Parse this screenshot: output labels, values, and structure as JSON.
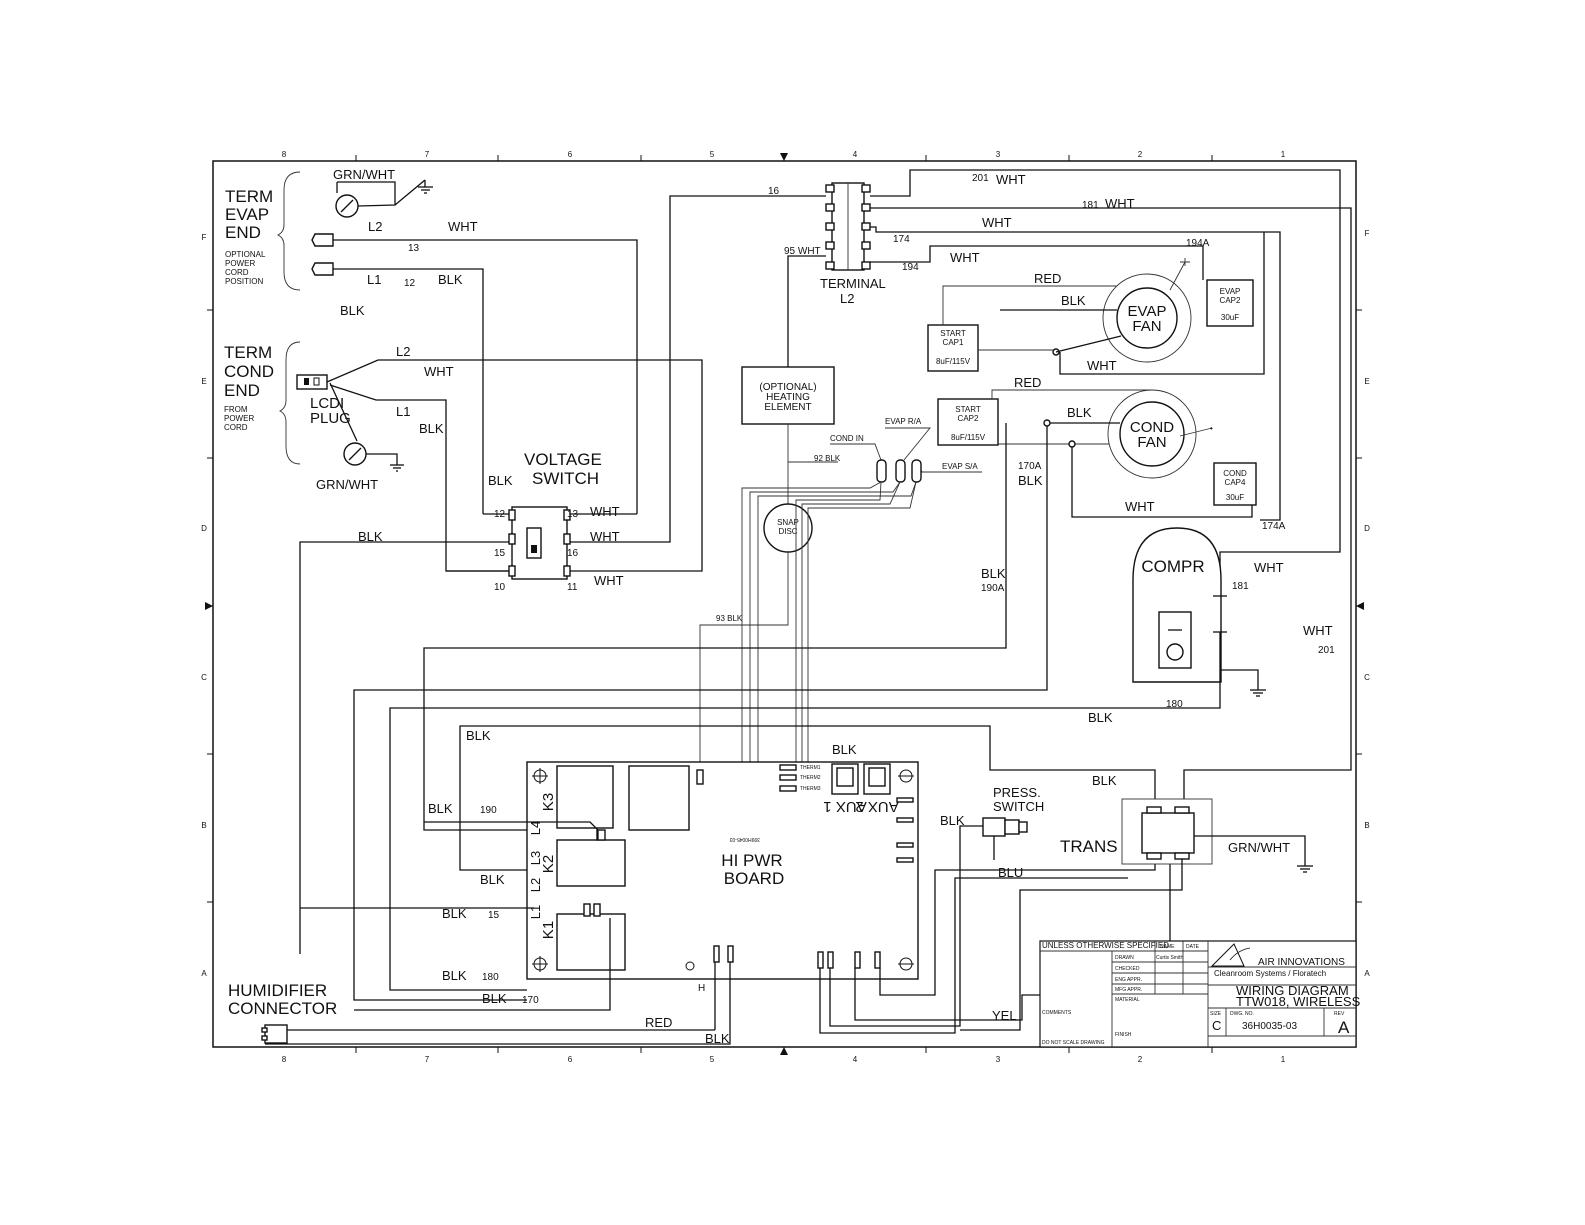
{
  "frame": {
    "zones_top": [
      "8",
      "7",
      "6",
      "5",
      "4",
      "3",
      "2",
      "1"
    ],
    "zones_bottom": [
      "8",
      "7",
      "6",
      "5",
      "4",
      "3",
      "2",
      "1"
    ],
    "zones_left": [
      "F",
      "E",
      "D",
      "C",
      "B",
      "A"
    ],
    "zones_right": [
      "F",
      "E",
      "D",
      "C",
      "B",
      "A"
    ]
  },
  "term_evap_end": {
    "title_lines": [
      "TERM",
      "EVAP",
      "END"
    ],
    "note_lines": [
      "OPTIONAL",
      "POWER",
      "CORD",
      "POSITION"
    ],
    "ground_label": "GRN/WHT",
    "l2_label": "L2",
    "l2_color": "WHT",
    "l2_num": "13",
    "l1_label": "L1",
    "l1_num": "12",
    "l1_color": "BLK",
    "blk_label": "BLK"
  },
  "term_cond_end": {
    "title_lines": [
      "TERM",
      "COND",
      "END"
    ],
    "note_lines": [
      "FROM",
      "POWER",
      "CORD"
    ],
    "plug_lines": [
      "LCDI",
      "PLUG"
    ],
    "l2_label": "L2",
    "l2_color": "WHT",
    "l1_label": "L1",
    "l1_color": "BLK",
    "ground_label": "GRN/WHT"
  },
  "voltage_switch": {
    "title_lines": [
      "VOLTAGE",
      "SWITCH"
    ],
    "blk_in": "BLK",
    "pins": [
      "12",
      "13",
      "15",
      "16",
      "10",
      "11"
    ],
    "wire_labels": [
      "WHT",
      "WHT",
      "WHT"
    ],
    "blk_left": "BLK"
  },
  "terminal_l2": {
    "title_lines": [
      "TERMINAL",
      "L2"
    ],
    "wire_16": "16",
    "wire_95": "95 WHT",
    "wire_174": "174",
    "wire_194": "194"
  },
  "top_wires": {
    "w201_num": "201",
    "w201_color": "WHT",
    "w181_num": "181",
    "w181_color": "WHT",
    "w174_color": "WHT",
    "w194_color": "WHT",
    "w194a": "194A"
  },
  "heating_element": {
    "lines": [
      "(OPTIONAL)",
      "HEATING",
      "ELEMENT"
    ]
  },
  "start_cap1": {
    "lines": [
      "START",
      "CAP1"
    ],
    "value": "8uF/115V"
  },
  "start_cap2": {
    "lines": [
      "START",
      "CAP2"
    ],
    "value": "8uF/115V"
  },
  "evap_cap2": {
    "lines": [
      "EVAP",
      "CAP2"
    ],
    "value": "30uF"
  },
  "cond_cap4": {
    "lines": [
      "COND",
      "CAP4"
    ],
    "value": "30uF"
  },
  "evap_fan": {
    "lines": [
      "EVAP",
      "FAN"
    ],
    "red": "RED",
    "blk": "BLK",
    "wht": "WHT"
  },
  "cond_fan": {
    "lines": [
      "COND",
      "FAN"
    ],
    "red": "RED",
    "blk": "BLK",
    "wht": "WHT"
  },
  "sensors": {
    "cond_in": "COND IN",
    "evap_ra": "EVAP R/A",
    "evap_sa": "EVAP S/A",
    "wire_92": "92 BLK",
    "snap_disc": [
      "SNAP",
      "DISC"
    ],
    "wire_93": "93 BLK"
  },
  "compressor": {
    "title": "COMPR",
    "wht": "WHT",
    "w181": "181",
    "w170a": "170A",
    "blk170": "BLK",
    "blk190": "BLK",
    "w190a": "190A",
    "w174a": "174A",
    "wht201": "WHT",
    "w201": "201",
    "w180": "180",
    "blk180": "BLK"
  },
  "board": {
    "title_lines": [
      "HI PWR",
      "BOARD"
    ],
    "relays": [
      "K3",
      "K2",
      "K1"
    ],
    "lines": [
      "L4",
      "L3",
      "L2",
      "L1"
    ],
    "aux": [
      "AUX 1",
      "AUX 2"
    ],
    "blk_top": "BLK",
    "blk_aux": "BLK",
    "blk190": "BLK",
    "w190": "190",
    "blk_l2": "BLK",
    "blk15": "BLK",
    "w15": "15",
    "blk180": "BLK",
    "w180": "180",
    "blk170": "BLK",
    "w170": "170",
    "h": "H",
    "therm": [
      "THERM1",
      "THERM2",
      "THERM3"
    ],
    "part_no": "399H0045-03"
  },
  "pressure_switch": {
    "lines": [
      "PRESS.",
      "SWITCH"
    ],
    "blk": "BLK",
    "blu": "BLU"
  },
  "transformer": {
    "title": "TRANS",
    "blk": "BLK",
    "grn": "GRN/WHT",
    "yel": "YEL"
  },
  "humidifier": {
    "lines": [
      "HUMIDIFIER",
      "CONNECTOR"
    ],
    "red": "RED",
    "blk": "BLK"
  },
  "title_block": {
    "company": "AIR INNOVATIONS",
    "division": "Cleanroom Systems / Floratech",
    "title": "WIRING DIAGRAM",
    "subtitle": "TTW018, WIRELESS",
    "size_label": "SIZE",
    "size": "C",
    "dwg_label": "DWG. NO.",
    "dwg": "36H0035-03",
    "rev_label": "REV",
    "rev": "A",
    "header": "UNLESS OTHERWISE SPECIFIED",
    "col_name": "NAME",
    "col_date": "DATE",
    "rows": [
      "DRAWN",
      "CHECKED",
      "ENG APPR.",
      "MFG APPR."
    ],
    "drawn_by": "Curtis Smith",
    "material": "MATERIAL",
    "finish": "FINISH",
    "comments": "COMMENTS",
    "do_not_scale": "DO NOT SCALE DRAWING"
  }
}
